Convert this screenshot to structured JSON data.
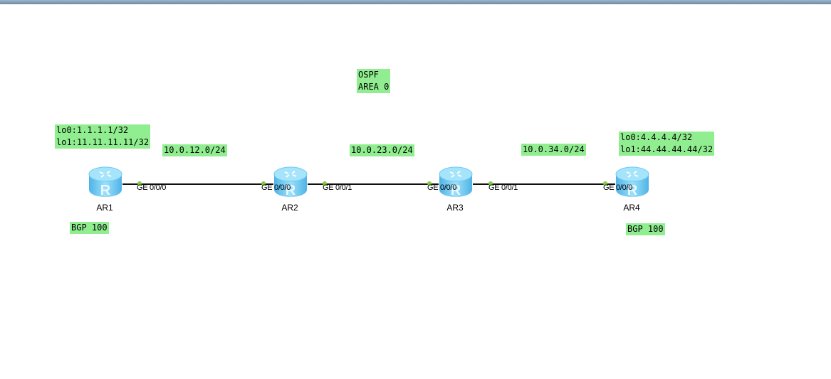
{
  "notes": {
    "ospf": "OSPF\nAREA 0",
    "ar1_loopbacks": "lo0:1.1.1.1/32\nlo1:11.11.11.11/32",
    "ar4_loopbacks": "lo0:4.4.4.4/32\nlo1:44.44.44.44/32",
    "net12": "10.0.12.0/24",
    "net23": "10.0.23.0/24",
    "net34": "10.0.34.0/24",
    "ar1_bgp": "BGP 100",
    "ar4_bgp": "BGP 100"
  },
  "routers": [
    {
      "name": "AR1"
    },
    {
      "name": "AR2"
    },
    {
      "name": "AR3"
    },
    {
      "name": "AR4"
    }
  ],
  "ports": {
    "ar1_p0": "GE 0/0/0",
    "ar2_p0": "GE 0/0/0",
    "ar2_p1": "GE 0/0/1",
    "ar3_p0": "GE 0/0/0",
    "ar3_p1": "GE 0/0/1",
    "ar4_p0": "GE 0/0/0"
  },
  "colors": {
    "note_bg": "#90ee90",
    "port_dot": "#7ccf3c",
    "router": "#6cc8ee"
  }
}
